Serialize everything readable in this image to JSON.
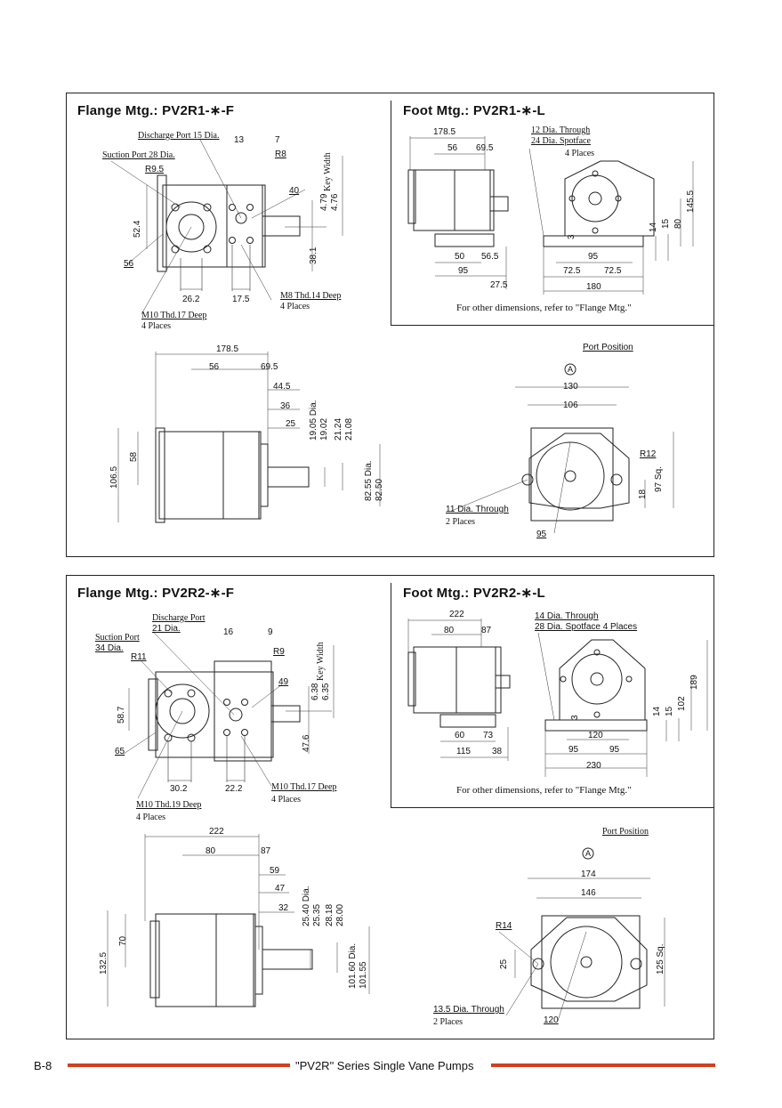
{
  "page": {
    "page_number": "B-8",
    "series_title": "\"PV2R\" Series Single Vane Pumps",
    "accent_color": "#d04020"
  },
  "section1": {
    "flange_title": "Flange Mtg.: PV2R1-∗-F",
    "foot_title": "Foot Mtg.: PV2R1-∗-L",
    "refer_note": "For other dimensions, refer to \"Flange Mtg.\"",
    "flange_front": {
      "discharge_port": "Discharge Port 15 Dia.",
      "suction_port": "Suction Port 28 Dia.",
      "r95": "R9.5",
      "r8": "R8",
      "d13": "13",
      "d7": "7",
      "d40": "40",
      "d524": "52.4",
      "d56": "56",
      "d262": "26.2",
      "d175": "17.5",
      "d381": "38.1",
      "key_width": "Key Width",
      "k479": "4.79",
      "k476": "4.76",
      "m8": "M8 Thd.14 Deep",
      "m8_places": "4 Places",
      "m10": "M10 Thd.17 Deep",
      "m10_places": "4 Places"
    },
    "foot_side": {
      "d1785": "178.5",
      "d56": "56",
      "d695": "69.5",
      "d50": "50",
      "d565": "56.5",
      "d95": "95",
      "d275": "27.5"
    },
    "foot_front": {
      "through": "12 Dia. Through",
      "spotface": "24 Dia. Spotface",
      "places": "4 Places",
      "d1455": "145.5",
      "d80": "80",
      "d15": "15",
      "d14": "14",
      "d3": "3",
      "d95": "95",
      "d725a": "72.5",
      "d725b": "72.5",
      "d180": "180"
    },
    "side": {
      "d1785": "178.5",
      "d56": "56",
      "d695": "69.5",
      "d445": "44.5",
      "d36": "36",
      "d25": "25",
      "d1905": "19.05 Dia.",
      "d1902": "19.02",
      "d2124": "21.24",
      "d2108": "21.08",
      "d8255": "82.55 Dia.",
      "d8250": "82.50",
      "d58": "58",
      "d1065": "106.5"
    },
    "port_view": {
      "port_position": "Port Position",
      "marker": "A",
      "d130": "130",
      "d106": "106",
      "r12": "R12",
      "d97": "97 Sq.",
      "d18": "18",
      "through": "11 Dia. Through",
      "places": "2 Places",
      "d95": "95"
    }
  },
  "section2": {
    "flange_title": "Flange Mtg.: PV2R2-∗-F",
    "foot_title": "Foot Mtg.: PV2R2-∗-L",
    "refer_note": "For other dimensions, refer to \"Flange Mtg.\"",
    "flange_front": {
      "discharge_port": "Discharge Port",
      "discharge_dia": "21 Dia.",
      "suction_port": "Suction Port",
      "suction_dia": "34 Dia.",
      "r11": "R11",
      "r9": "R9",
      "d16": "16",
      "d9": "9",
      "d49": "49",
      "d587": "58.7",
      "d65": "65",
      "d302": "30.2",
      "d222": "22.2",
      "d476": "47.6",
      "key_width": "Key Width",
      "k638": "6.38",
      "k635": "6.35",
      "m10": "M10 Thd.17 Deep",
      "m10_places": "4 Places",
      "m10b": "M10 Thd.19 Deep",
      "m10b_places": "4 Places"
    },
    "foot_side": {
      "d222": "222",
      "d80": "80",
      "d87": "87",
      "d60": "60",
      "d73": "73",
      "d115": "115",
      "d38": "38"
    },
    "foot_front": {
      "through": "14 Dia. Through",
      "spotface": "28 Dia. Spotface 4 Places",
      "d189": "189",
      "d102": "102",
      "d15": "15",
      "d14": "14",
      "d3": "3",
      "d120": "120",
      "d95a": "95",
      "d95b": "95",
      "d230": "230"
    },
    "side": {
      "d222": "222",
      "d80": "80",
      "d87": "87",
      "d59": "59",
      "d47": "47",
      "d32": "32",
      "d2540": "25.40 Dia.",
      "d2535": "25.35",
      "d2818": "28.18",
      "d2800": "28.00",
      "d10160": "101.60 Dia.",
      "d10155": "101.55",
      "d70": "70",
      "d1325": "132.5"
    },
    "port_view": {
      "port_position": "Port Position",
      "marker": "A",
      "d174": "174",
      "d146": "146",
      "r14": "R14",
      "d125": "125 Sq.",
      "d25": "25",
      "through": "13.5 Dia. Through",
      "places": "2 Places",
      "d120": "120"
    }
  }
}
